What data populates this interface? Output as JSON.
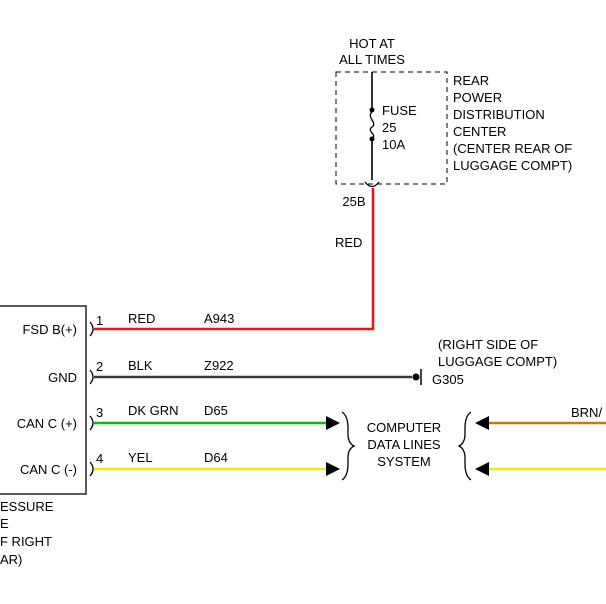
{
  "power_source": {
    "line1": "HOT AT",
    "line2": "ALL TIMES"
  },
  "distribution_center": {
    "lines": [
      "REAR",
      "POWER",
      "DISTRIBUTION",
      "CENTER",
      "(CENTER REAR OF",
      "LUGGAGE COMPT)"
    ],
    "fuse_lines": [
      "FUSE",
      "25",
      "10A"
    ],
    "terminal": "25B"
  },
  "feed_wire_color": "RED",
  "module": {
    "pins": [
      {
        "name": "FSD B(+)",
        "num": "1",
        "color": "RED",
        "circuit": "A943",
        "hex": "#e8141a"
      },
      {
        "name": "GND",
        "num": "2",
        "color": "BLK",
        "circuit": "Z922",
        "hex": "#3a3a3a"
      },
      {
        "name": "CAN C (+)",
        "num": "3",
        "color": "DK GRN",
        "circuit": "D65",
        "hex": "#16b516"
      },
      {
        "name": "CAN C (-)",
        "num": "4",
        "color": "YEL",
        "circuit": "D64",
        "hex": "#f2ea00"
      }
    ],
    "label_lines": [
      "ESSURE",
      "E",
      "F RIGHT",
      "AR)"
    ]
  },
  "ground": {
    "lines": [
      "(RIGHT SIDE OF",
      "LUGGAGE COMPT)"
    ],
    "id": "G305"
  },
  "data_system": {
    "lines": [
      "COMPUTER",
      "DATA LINES",
      "SYSTEM"
    ]
  },
  "right_wire": {
    "label": "BRN/",
    "top_hex": "#c07a17",
    "bottom_hex": "#f2ea00"
  }
}
